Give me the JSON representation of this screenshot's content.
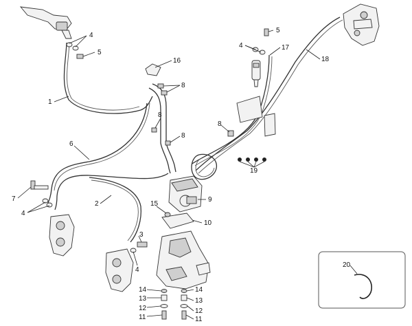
{
  "callouts": {
    "c1": "1",
    "c2": "2",
    "c3": "3",
    "c4a": "4",
    "c4b": "4",
    "c4c": "4",
    "c4d": "4",
    "c5a": "5",
    "c5b": "5",
    "c6": "6",
    "c7": "7",
    "c8a": "8",
    "c8b": "8",
    "c8c": "8",
    "c8d": "8",
    "c9": "9",
    "c10": "10",
    "c11a": "11",
    "c11b": "11",
    "c12a": "12",
    "c12b": "12",
    "c13a": "13",
    "c13b": "13",
    "c14a": "14",
    "c14b": "14",
    "c15": "15",
    "c16": "16",
    "c17": "17",
    "c18": "18",
    "c19": "19",
    "c20": "20"
  }
}
